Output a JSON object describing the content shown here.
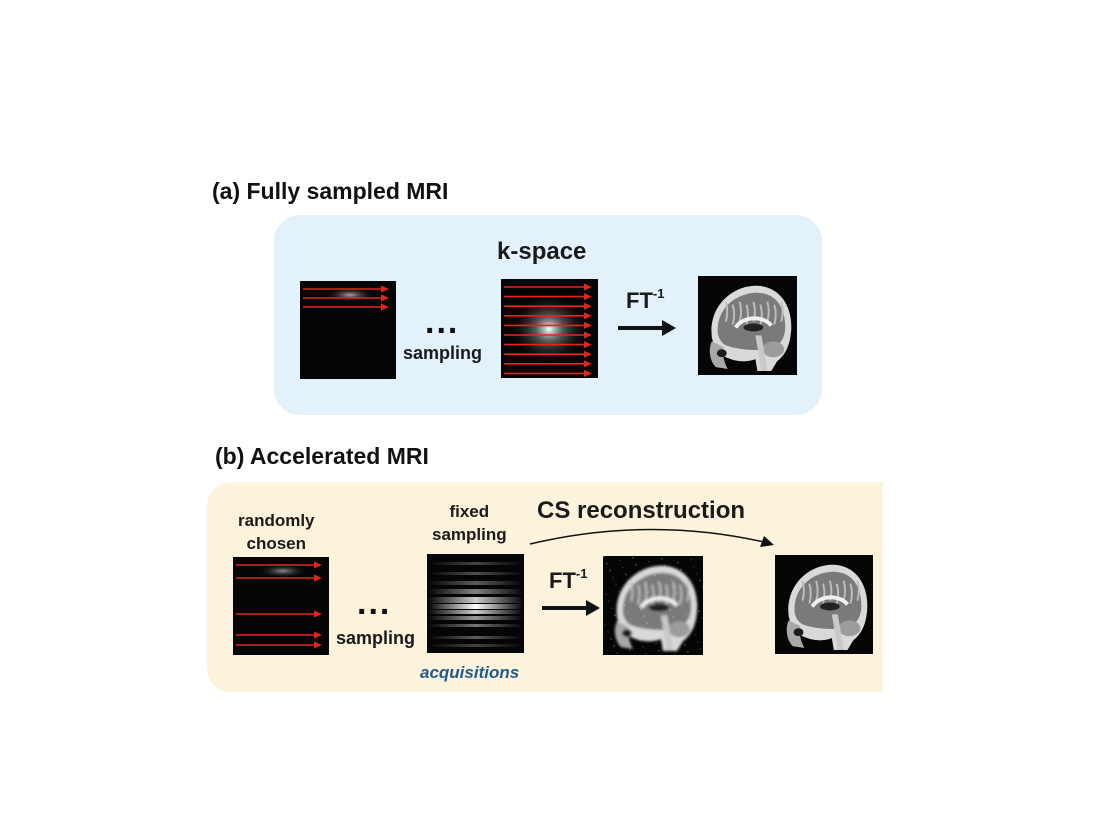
{
  "colors": {
    "panel_a_bg": "#e3f1fb",
    "panel_b_bg": "#fcf3dc",
    "sampling_arrow": "#e3261b",
    "acquisitions_text": "#1e5b8c",
    "flow_arrow": "#111111"
  },
  "section_a": {
    "heading": "(a) Fully sampled MRI",
    "kspace_label": "k-space",
    "dots": "...",
    "sampling_label": "sampling",
    "ft_label": "FT",
    "ft_exponent": "-1",
    "partial_kspace_lines": 3,
    "full_kspace_lines": 10
  },
  "section_b": {
    "heading": "(b) Accelerated MRI",
    "random_label_line1": "randomly",
    "random_label_line2": "chosen",
    "fixed_label_line1": "fixed",
    "fixed_label_line2": "sampling",
    "cs_label": "CS reconstruction",
    "dots": "...",
    "sampling_label": "sampling",
    "ft_label": "FT",
    "ft_exponent": "-1",
    "acquisitions_label": "acquisitions",
    "random_kspace_lines": 5
  },
  "icons": {
    "kspace_partial": "kspace-partial-image",
    "kspace_full": "kspace-full-image",
    "brain_recon": "brain-mri-image",
    "kspace_undersampled": "kspace-undersampled-image",
    "brain_aliased": "brain-aliased-image",
    "brain_cs": "brain-cs-image"
  }
}
